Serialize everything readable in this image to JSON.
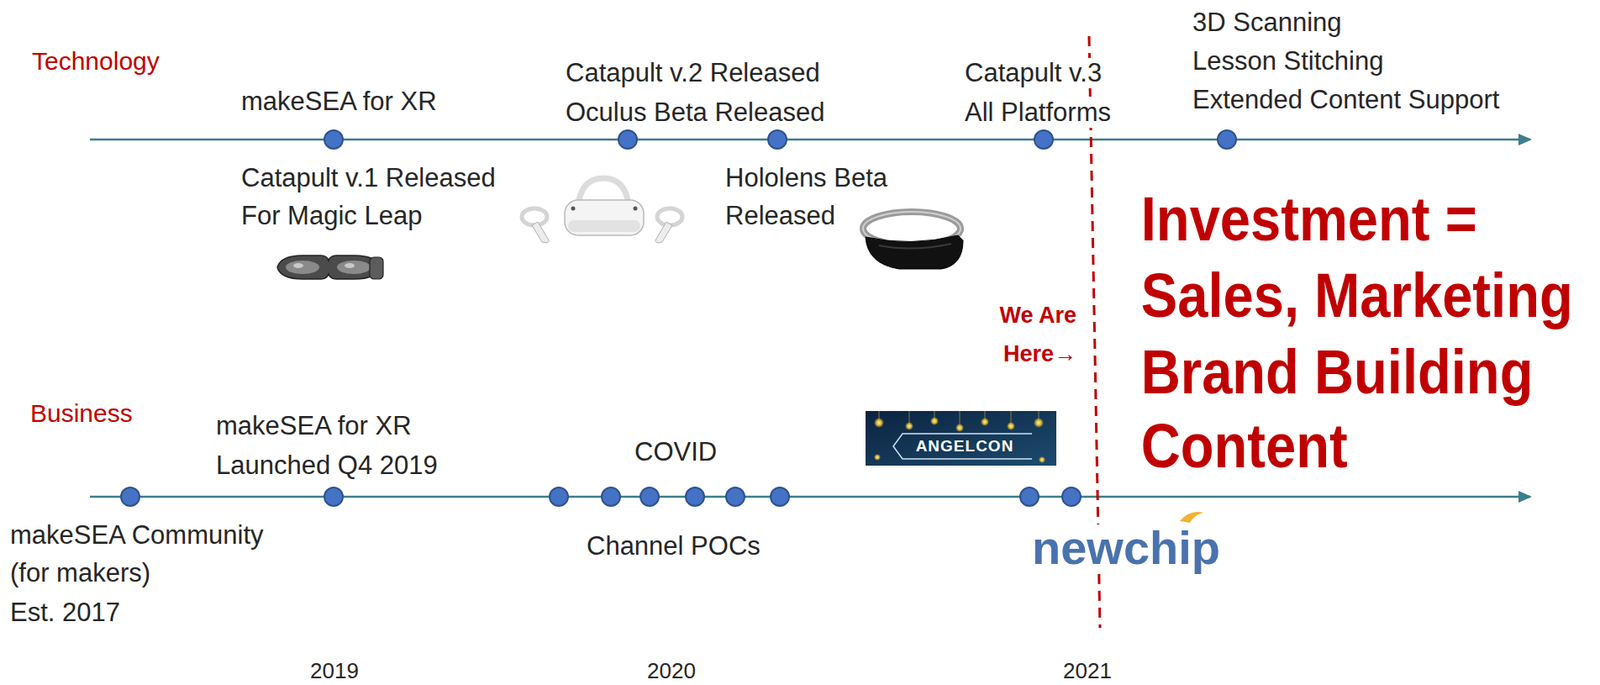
{
  "diagram": {
    "labels": [
      "Technology",
      "makeSEA for XR",
      "Catapult v.2 Released",
      "Oculus Beta Released",
      "Catapult v.3",
      "All Platforms",
      "3D Scanning",
      "Lesson Stitching",
      "Extended Content Support",
      "Catapult v.1 Released",
      "For Magic Leap",
      "Hololens Beta",
      "Released",
      "Investment =",
      "Sales, Marketing",
      "Brand Building",
      "Content",
      "We Are",
      "Here→",
      "Business",
      "makeSEA for XR",
      "Launched Q4 2019",
      "COVID",
      "ANGELCON",
      "Channel POCs",
      "newchip",
      "makeSEA Community",
      "(for makers)",
      "Est. 2017",
      "2019",
      "2020",
      "2021"
    ]
  }
}
